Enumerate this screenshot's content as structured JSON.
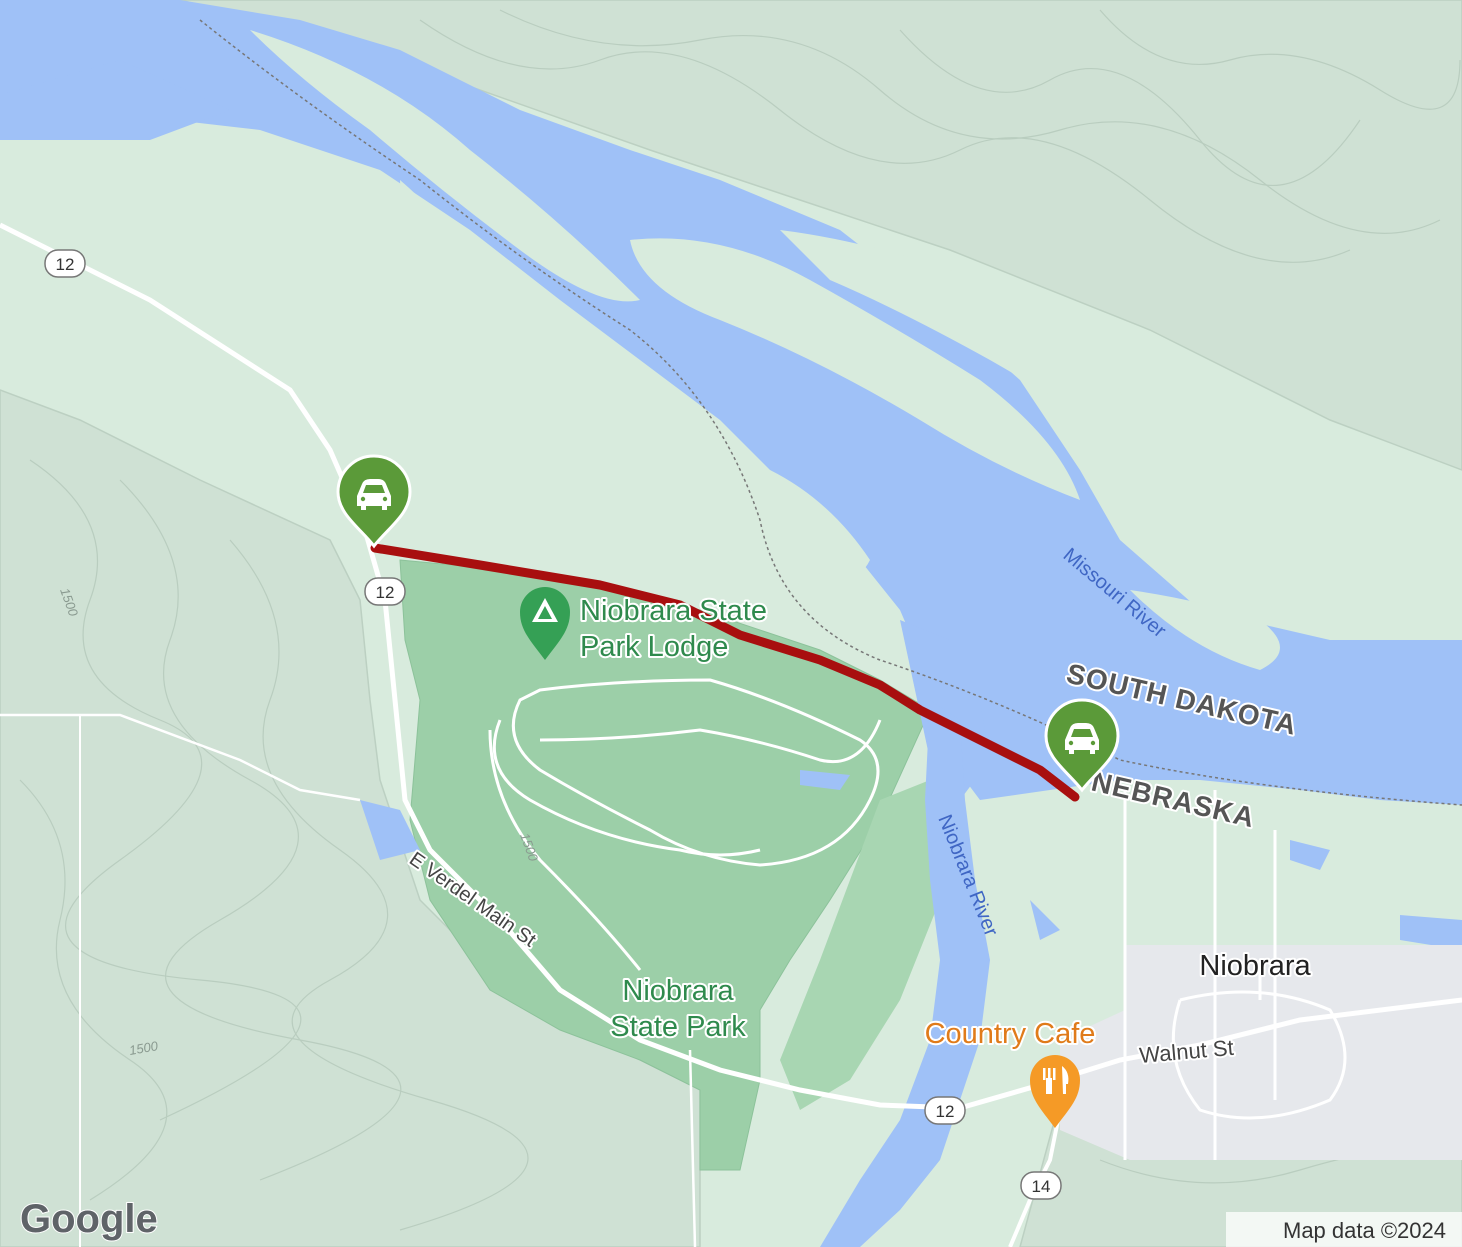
{
  "map": {
    "attribution": "Map data ©2024",
    "logo_text": "Google",
    "route_color": "#a80f0f",
    "water_color": "#9fc1f7",
    "park_color": "#98d1a4",
    "land_color": "#d6eadc",
    "markers": [
      {
        "name": "start-car-marker",
        "icon": "car-icon",
        "color": "#5b9a39"
      },
      {
        "name": "end-car-marker",
        "icon": "car-icon",
        "color": "#5b9a39"
      }
    ],
    "places": {
      "lodge_line1": "Niobrara State",
      "lodge_line2": "Park Lodge",
      "park_line1": "Niobrara",
      "park_line2": "State Park",
      "town": "Niobrara",
      "cafe": "Country Cafe"
    },
    "roads": {
      "us12_a": "12",
      "us12_b": "12",
      "us12_c": "12",
      "ne14": "14",
      "main_st": "E Verdel Main St",
      "walnut_st": "Walnut St"
    },
    "water": {
      "missouri": "Missouri River",
      "niobrara": "Niobrara River"
    },
    "states": {
      "north": "SOUTH DAKOTA",
      "south": "NEBRASKA"
    },
    "contours": {
      "c1": "1500",
      "c2": "1500",
      "c3": "1500"
    }
  }
}
